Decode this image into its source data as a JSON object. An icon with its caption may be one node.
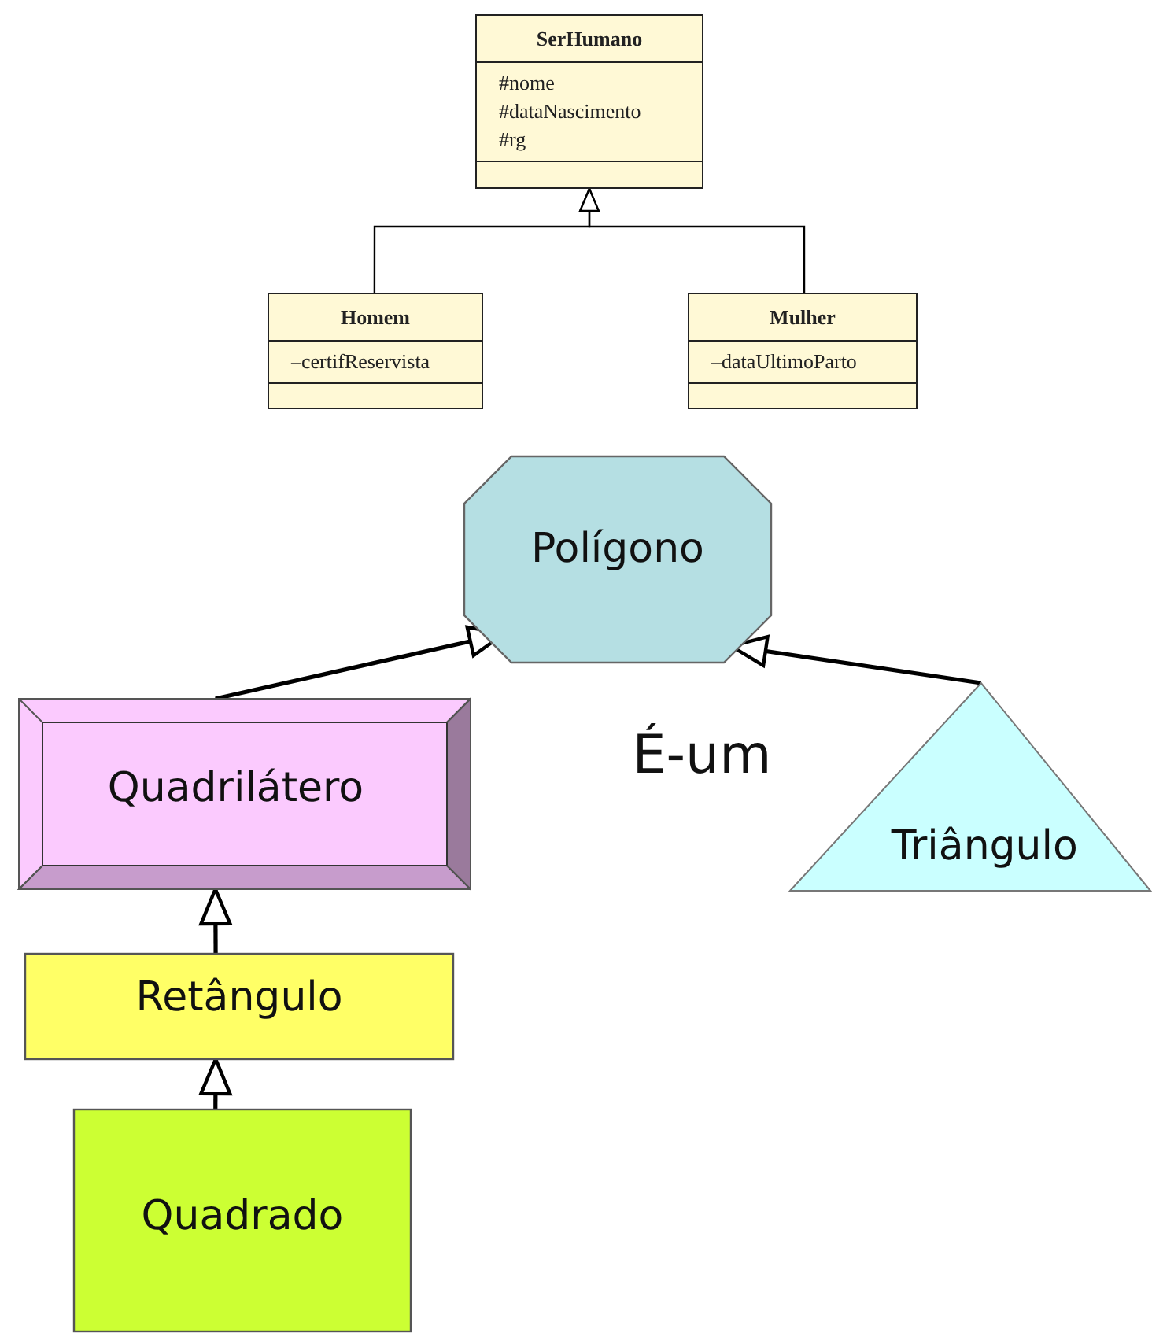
{
  "diagram": {
    "nodes": [
      {
        "text": [
          "SerHumano",
          "#nome",
          "#dataNascimento",
          "#rg"
        ]
      },
      {
        "text": [
          "Homem",
          "–certifReservista"
        ]
      },
      {
        "text": [
          "Mulher",
          "–dataUltimoParto"
        ]
      },
      {
        "text": [
          "Polígono"
        ]
      },
      {
        "text": [
          "Quadrilátero"
        ]
      },
      {
        "text": [
          "Triângulo"
        ]
      },
      {
        "text": [
          "Retângulo"
        ]
      },
      {
        "text": [
          "Quadrado"
        ]
      }
    ],
    "edges": [
      {
        "from": 1,
        "to": 0,
        "arrow": "to"
      },
      {
        "from": 2,
        "to": 0,
        "arrow": "to"
      },
      {
        "from": 4,
        "to": 3,
        "arrow": "to"
      },
      {
        "from": 5,
        "to": 3,
        "arrow": "to"
      },
      {
        "from": 6,
        "to": 4,
        "arrow": "to"
      },
      {
        "from": 7,
        "to": 6,
        "arrow": "to"
      }
    ],
    "labels": [
      "É-um"
    ]
  }
}
